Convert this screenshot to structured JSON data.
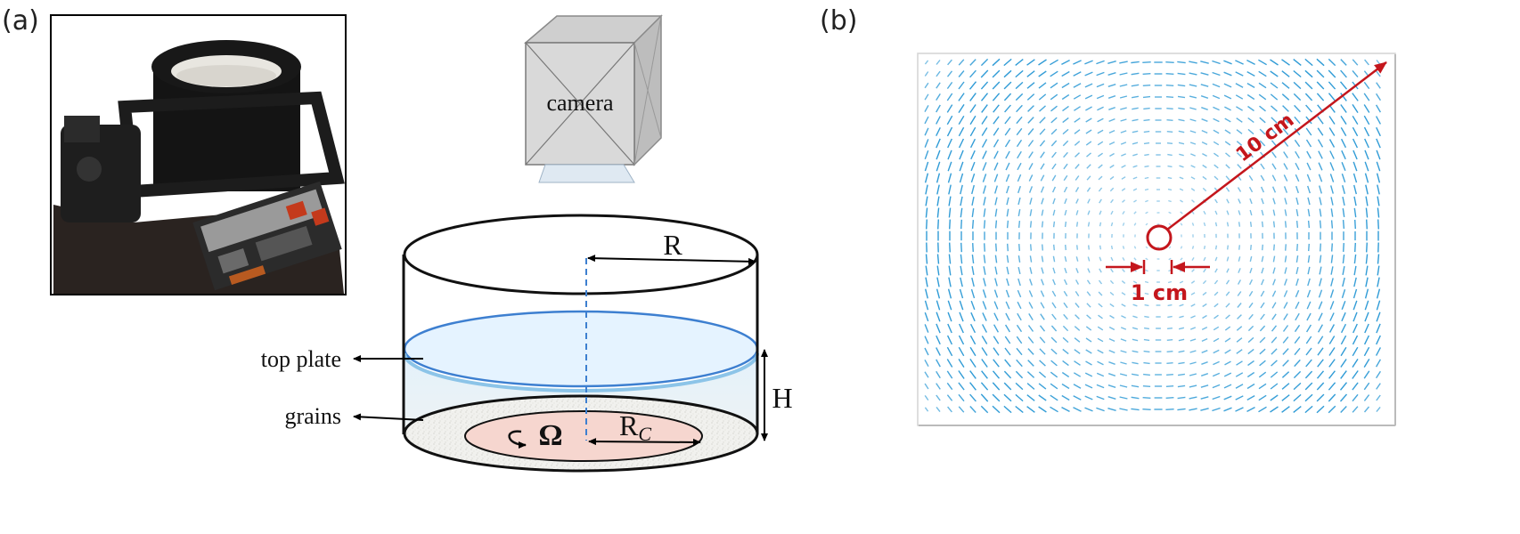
{
  "panel_a": {
    "label": "(a)",
    "camera_label": "camera",
    "radius_label": "R",
    "height_label": "H",
    "omega_label": "Ω",
    "rc_label_main": "R",
    "rc_label_sub": "C",
    "top_plate_label": "top plate",
    "grains_label": "grains"
  },
  "panel_b": {
    "label": "(b)",
    "big_scale_label": "10 cm",
    "small_scale_label": "1 cm"
  },
  "colors": {
    "arrow_red": "#c4161c",
    "velocity_blue": "#2f9bd6",
    "plate_blue": "#3d7fd0"
  }
}
